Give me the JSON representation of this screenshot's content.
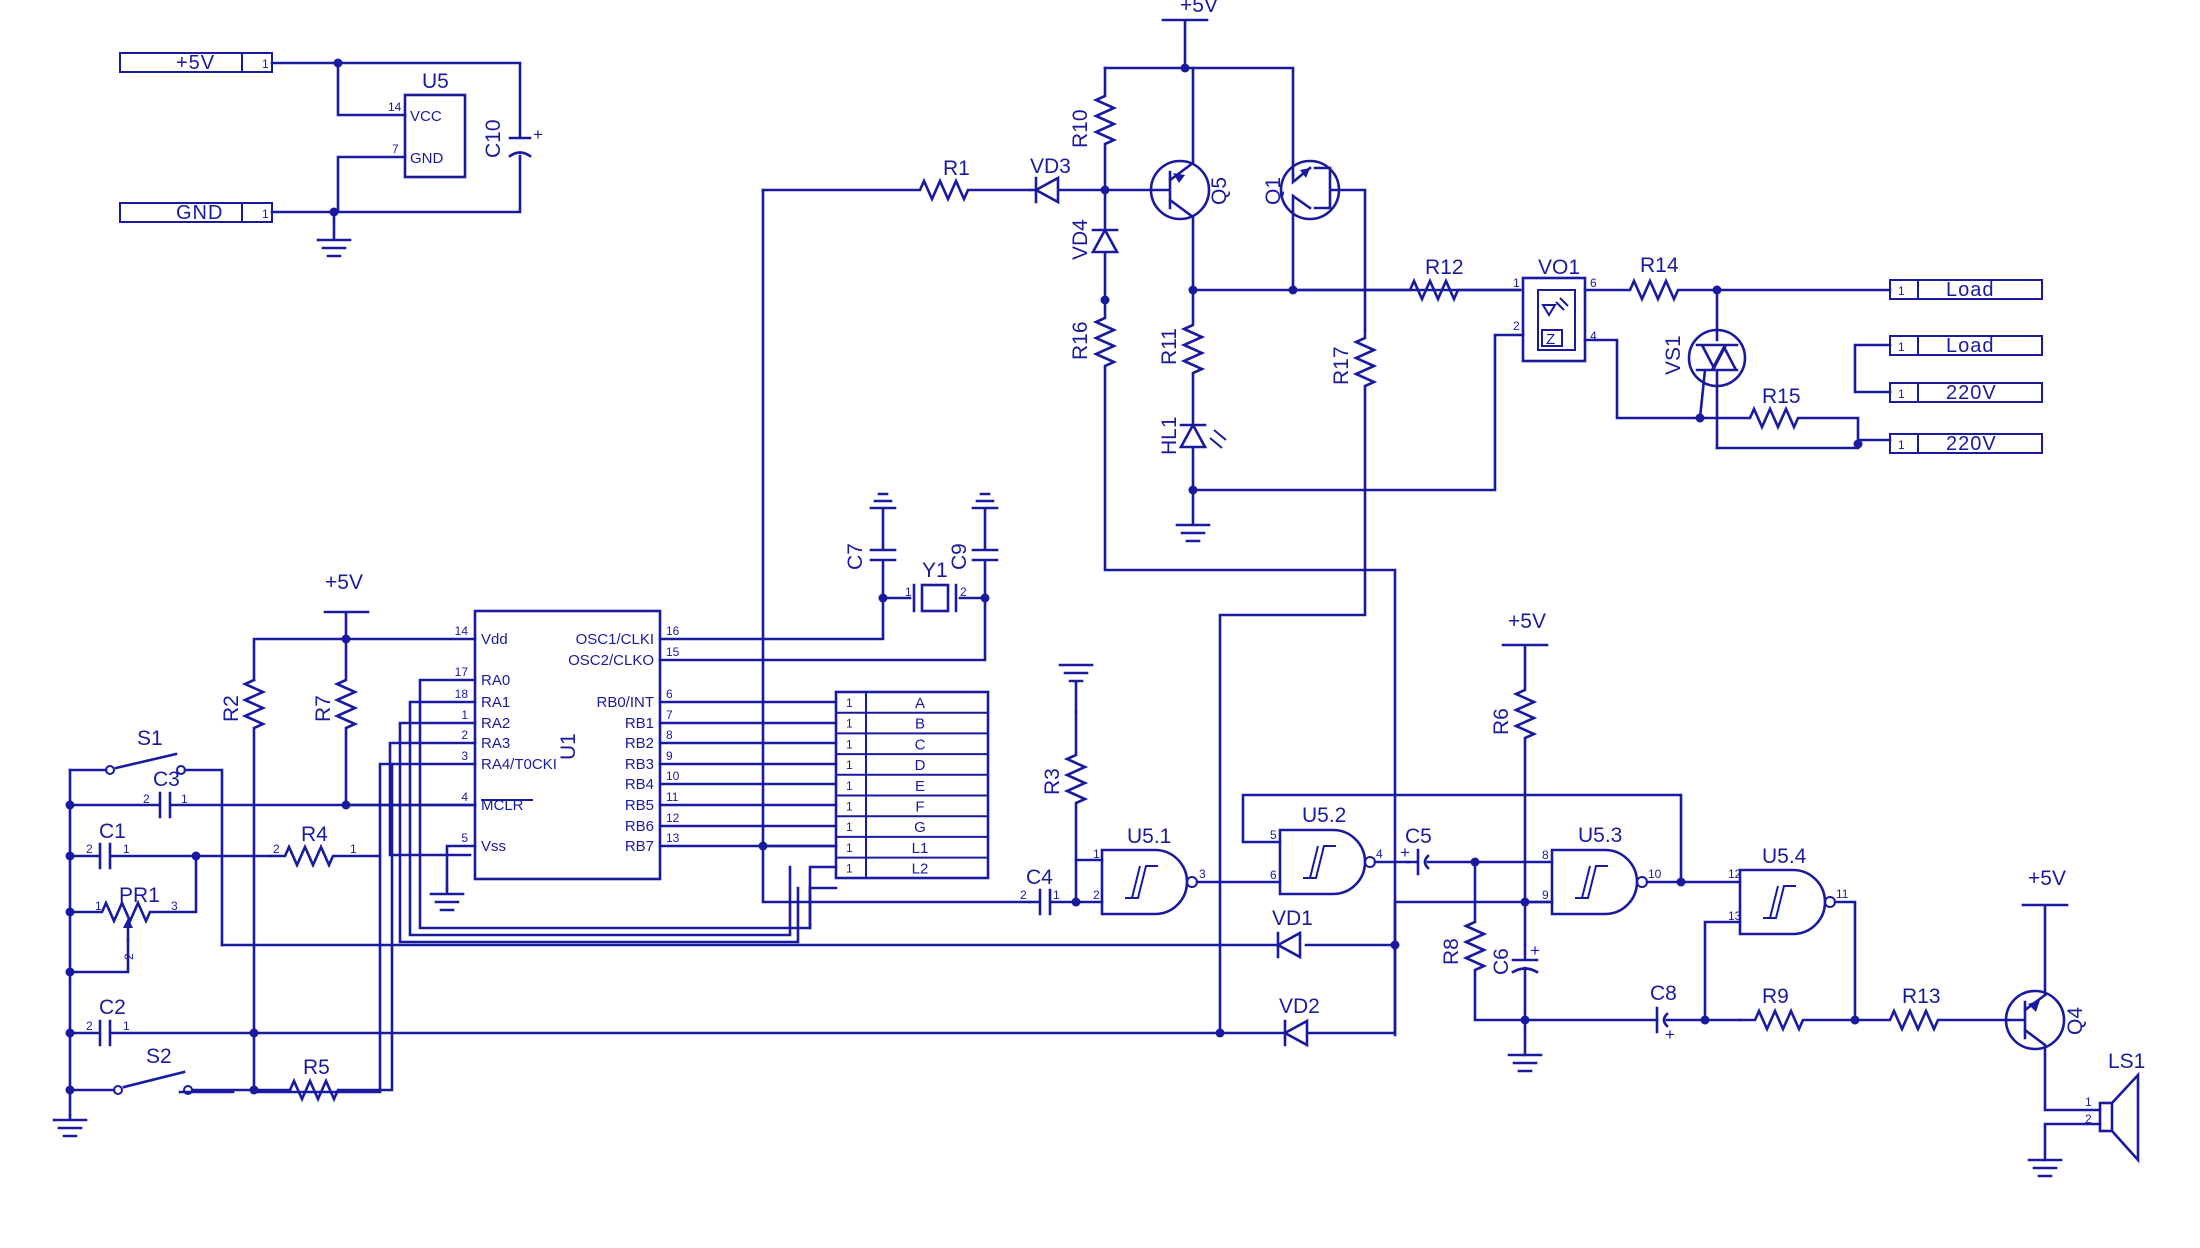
{
  "colors": {
    "ink": "#1a1a9e",
    "background": "#ffffff"
  },
  "ports": {
    "p5v": "+5V",
    "gnd": "GND",
    "pin1": "1",
    "load_a": "Load",
    "load_b": "Load",
    "mains_a": "220V",
    "mains_b": "220V"
  },
  "power": {
    "vcc_top": "+5V",
    "vcc_left": "+5V",
    "vcc_mid": "+5V",
    "vcc_right": "+5V"
  },
  "refs": {
    "U5": "U5",
    "U1": "U1",
    "U5_1": "U5.1",
    "U5_2": "U5.2",
    "U5_3": "U5.3",
    "U5_4": "U5.4",
    "C10": "C10",
    "C1": "C1",
    "C2": "C2",
    "C3": "C3",
    "C4": "C4",
    "C5": "C5",
    "C6": "C6",
    "C7": "C7",
    "C8": "C8",
    "C9": "C9",
    "R1": "R1",
    "R2": "R2",
    "R3": "R3",
    "R4": "R4",
    "R5": "R5",
    "R6": "R6",
    "R7": "R7",
    "R8": "R8",
    "R9": "R9",
    "R10": "R10",
    "R11": "R11",
    "R12": "R12",
    "R13": "R13",
    "R14": "R14",
    "R15": "R15",
    "R16": "R16",
    "R17": "R17",
    "VD1": "VD1",
    "VD2": "VD2",
    "VD3": "VD3",
    "VD4": "VD4",
    "Q1": "Q1",
    "Q4": "Q4",
    "Q5": "Q5",
    "HL1": "HL1",
    "VO1": "VO1",
    "VS1": "VS1",
    "Y1": "Y1",
    "PR1": "PR1",
    "S1": "S1",
    "S2": "S2",
    "LS1": "LS1"
  },
  "u5_pins": {
    "vcc": "VCC",
    "gnd": "GND",
    "vcc_num": "14",
    "gnd_num": "7"
  },
  "u1_pins": {
    "left": [
      {
        "num": "14",
        "name": "Vdd"
      },
      {
        "num": "17",
        "name": "RA0"
      },
      {
        "num": "18",
        "name": "RA1"
      },
      {
        "num": "1",
        "name": "RA2"
      },
      {
        "num": "2",
        "name": "RA3"
      },
      {
        "num": "3",
        "name": "RA4/T0CKI"
      },
      {
        "num": "4",
        "name": "MCLR"
      },
      {
        "num": "5",
        "name": "Vss"
      }
    ],
    "right": [
      {
        "num": "16",
        "name": "OSC1/CLKI"
      },
      {
        "num": "15",
        "name": "OSC2/CLKO"
      },
      {
        "num": "6",
        "name": "RB0/INT"
      },
      {
        "num": "7",
        "name": "RB1"
      },
      {
        "num": "8",
        "name": "RB2"
      },
      {
        "num": "9",
        "name": "RB3"
      },
      {
        "num": "10",
        "name": "RB4"
      },
      {
        "num": "11",
        "name": "RB5"
      },
      {
        "num": "12",
        "name": "RB6"
      },
      {
        "num": "13",
        "name": "RB7"
      }
    ]
  },
  "display_connector": {
    "pin": "1",
    "segments": [
      "A",
      "B",
      "C",
      "D",
      "E",
      "F",
      "G",
      "L1",
      "L2"
    ]
  },
  "gate_pins": {
    "u51": [
      "1",
      "2",
      "3"
    ],
    "u52": [
      "5",
      "6",
      "4"
    ],
    "u53": [
      "8",
      "9",
      "10"
    ],
    "u54": [
      "12",
      "13",
      "11"
    ]
  },
  "two_pin": {
    "one": "1",
    "two": "2",
    "three": "3"
  },
  "vo1_pins": {
    "p1": "1",
    "p2": "2",
    "p4": "4",
    "p6": "6",
    "z": "Z"
  },
  "polarity": {
    "plus": "+"
  }
}
